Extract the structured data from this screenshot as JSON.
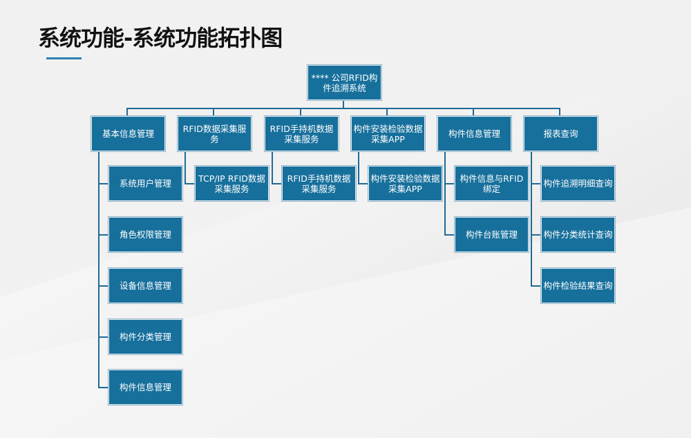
{
  "title": "系统功能-系统功能拓扑图",
  "root": "**** 公司RFID构件追溯系统",
  "branches": [
    {
      "label": "基本信息管理",
      "children": [
        "系统用户管理",
        "角色权限管理",
        "设备信息管理",
        "构件分类管理",
        "构件信息管理"
      ]
    },
    {
      "label": "RFID数据采集服务",
      "children": [
        "TCP/IP RFID数据采集服务"
      ]
    },
    {
      "label": "RFID手持机数据采集服务",
      "children": [
        "RFID手持机数据采集服务"
      ]
    },
    {
      "label": "构件安装检验数据采集APP",
      "children": [
        "构件安装检验数据采集APP"
      ]
    },
    {
      "label": "构件信息管理",
      "children": [
        "构件信息与RFID绑定",
        "构件台账管理"
      ]
    },
    {
      "label": "报表查询",
      "children": [
        "构件追溯明细查询",
        "构件分类统计查询",
        "构件检验结果查询"
      ]
    }
  ],
  "colors": {
    "box": "#17709c",
    "line": "#1f6a93",
    "accent": "#2a7fb0"
  }
}
